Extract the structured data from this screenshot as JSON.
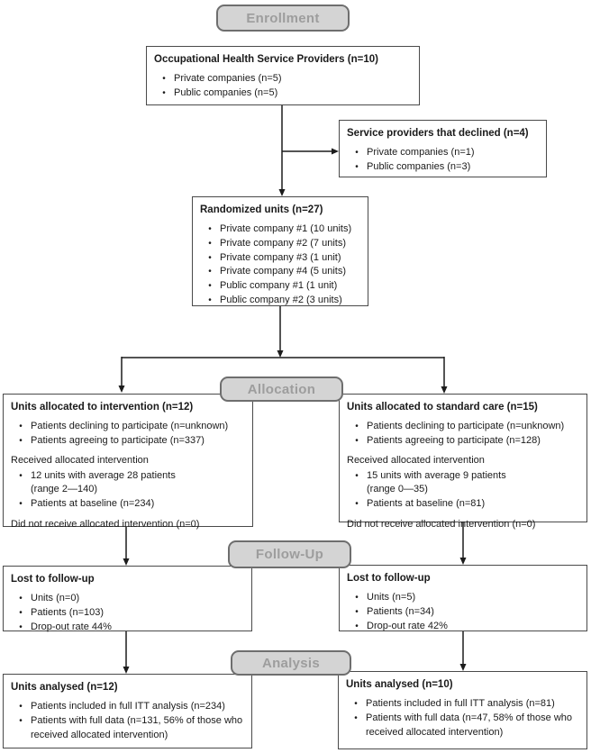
{
  "stage_labels": {
    "enrollment": "Enrollment",
    "allocation": "Allocation",
    "followup": "Follow-Up",
    "analysis": "Analysis"
  },
  "boxes": {
    "providers": {
      "title": "Occupational Health Service Providers (n=10)",
      "bullets": [
        "Private companies (n=5)",
        "Public companies (n=5)"
      ]
    },
    "declined": {
      "title": "Service providers that declined (n=4)",
      "bullets": [
        "Private companies (n=1)",
        "Public companies (n=3)"
      ]
    },
    "randomized": {
      "title": "Randomized units (n=27)",
      "bullets": [
        "Private company #1 (10 units)",
        "Private company #2 (7 units)",
        "Private company #3 (1 unit)",
        "Private company #4 (5 units)",
        "Public company #1 (1 unit)",
        "Public company #2 (3 units)"
      ]
    },
    "intervention": {
      "title": "Units allocated to intervention (n=12)",
      "bullets": [
        "Patients declining to participate (n=unknown)",
        "Patients agreeing to participate (n=337)"
      ],
      "received_heading": "Received allocated intervention",
      "received_bullet1_line1": "12 units with average 28 patients",
      "received_bullet1_line2": "(range 2—140)",
      "received_bullet2": "Patients at baseline (n=234)",
      "footer": "Did not receive allocated intervention (n=0)"
    },
    "standard_care": {
      "title": "Units allocated to standard care (n=15)",
      "bullets": [
        "Patients declining to participate (n=unknown)",
        "Patients agreeing to participate (n=128)"
      ],
      "received_heading": "Received allocated intervention",
      "received_bullet1_line1": "15 units with average 9 patients",
      "received_bullet1_line2": "(range 0—35)",
      "received_bullet2": "Patients at baseline (n=81)",
      "footer": "Did not receive allocated intervention (n=0)"
    },
    "lost_intervention": {
      "title": "Lost to follow-up",
      "bullets": [
        "Units (n=0)",
        "Patients (n=103)",
        "Drop-out rate 44%"
      ]
    },
    "lost_standard": {
      "title": "Lost to follow-up",
      "bullets": [
        "Units (n=5)",
        "Patients (n=34)",
        "Drop-out rate 42%"
      ]
    },
    "analysed_intervention": {
      "title": "Units analysed  (n=12)",
      "bullets": [
        "Patients included in full ITT analysis (n=234)",
        "Patients with full data (n=131, 56% of those who received allocated intervention)"
      ]
    },
    "analysed_standard": {
      "title": "Units analysed  (n=10)",
      "bullets": [
        "Patients included in full ITT analysis (n=81)",
        "Patients with full data (n=47, 58% of those who received allocated intervention)"
      ]
    }
  },
  "colors": {
    "label_fill": "#d4d4d4",
    "label_border": "#6e6e6e",
    "label_text": "#9d9d9d",
    "box_border": "#4a4a4a",
    "box_fill": "#ffffff",
    "line_color": "#1c1c1c",
    "text_color": "#1a1a1a",
    "background": "#ffffff"
  }
}
